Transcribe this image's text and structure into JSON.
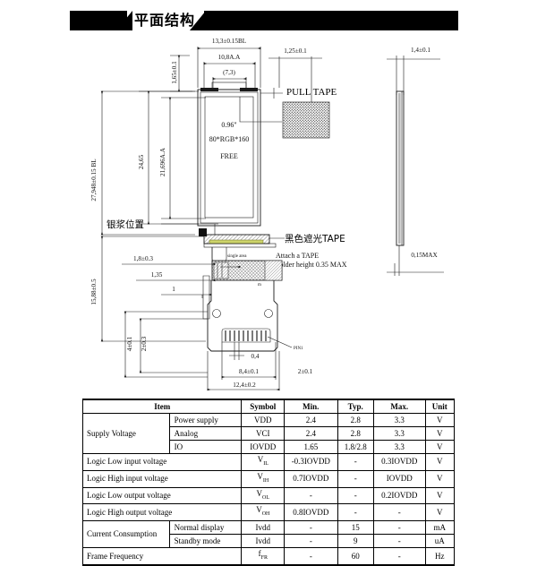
{
  "header": {
    "title": "平面结构"
  },
  "drawing": {
    "front_view": {
      "top_dims": [
        {
          "id": "outline-width",
          "label": "13,3±0.15BL"
        },
        {
          "id": "active-area-width",
          "label": "10,8A.A"
        },
        {
          "id": "inner-width",
          "label": "(7,3)"
        },
        {
          "id": "pull-tape-width",
          "label": "1,25±0.1"
        }
      ],
      "left_dims": [
        {
          "id": "top-border",
          "label": "1,65±0.1"
        },
        {
          "id": "overall-height",
          "label": "27,948±0.15 BL"
        },
        {
          "id": "glass-height",
          "label": "24,65"
        },
        {
          "id": "active-area-height",
          "label": "21,696A.A"
        },
        {
          "id": "lower-height",
          "label": "15,88±0.5"
        }
      ],
      "panel_labels": [
        {
          "id": "diagonal",
          "label": "0.96\""
        },
        {
          "id": "resolution",
          "label": "80*RGB*160"
        },
        {
          "id": "interface",
          "label": "FREE"
        }
      ],
      "callouts": [
        {
          "id": "pull-tape",
          "label": "PULL TAPE"
        },
        {
          "id": "silver-paste",
          "label": "银浆位置"
        },
        {
          "id": "black-shading-tape",
          "label": "黑色遮光TAPE"
        },
        {
          "id": "attach-tape",
          "label": "Attach a TAPE"
        },
        {
          "id": "solder-height",
          "label": "Solder height 0.35 MAX"
        },
        {
          "id": "single-area",
          "label": "single  area"
        },
        {
          "id": "pin1",
          "label": "PIN1"
        }
      ],
      "bottom_dims": [
        {
          "id": "fpc-offset",
          "label": "1,8±0.3"
        },
        {
          "id": "fpc-step",
          "label": "1,35"
        },
        {
          "id": "fpc-edge",
          "label": "1"
        },
        {
          "id": "pad-pitch",
          "label": "0,4"
        },
        {
          "id": "pad-span",
          "label": "8,4±0.1"
        },
        {
          "id": "fpc-width",
          "label": "12,4±0.2"
        },
        {
          "id": "right-offset",
          "label": "2±0.1"
        },
        {
          "id": "fpc-len-a",
          "label": "4±0.1"
        },
        {
          "id": "fpc-len-b",
          "label": "2±0.3"
        }
      ]
    },
    "side_view": {
      "dims": [
        {
          "id": "thickness",
          "label": "1,4±0.1"
        },
        {
          "id": "fpc-thickness",
          "label": "0,15MAX"
        }
      ]
    }
  },
  "spec_table": {
    "headers": [
      "Item",
      "Symbol",
      "Min.",
      "Typ.",
      "Max.",
      "Unit"
    ],
    "rows": [
      {
        "group": "Supply Voltage",
        "group_rowspan": 3,
        "item": "Power supply",
        "symbol": "VDD",
        "sym_sub": "",
        "min": "2.4",
        "typ": "2.8",
        "max": "3.3",
        "unit": "V"
      },
      {
        "group": "",
        "item": "Analog",
        "symbol": "VCI",
        "sym_sub": "",
        "min": "2.4",
        "typ": "2.8",
        "max": "3.3",
        "unit": "V"
      },
      {
        "group": "",
        "item": "IO",
        "symbol": "IOVDD",
        "sym_sub": "",
        "min": "1.65",
        "typ": "1.8/2.8",
        "max": "3.3",
        "unit": "V"
      },
      {
        "group": "Logic Low input voltage",
        "group_colspan": 2,
        "item": "",
        "symbol": "V",
        "sym_sub": "IL",
        "min": "-0.3IOVDD",
        "typ": "-",
        "max": "0.3IOVDD",
        "unit": "V"
      },
      {
        "group": "Logic High input voltage",
        "group_colspan": 2,
        "item": "",
        "symbol": "V",
        "sym_sub": "IH",
        "min": "0.7IOVDD",
        "typ": "-",
        "max": "IOVDD",
        "unit": "V"
      },
      {
        "group": "Logic Low output voltage",
        "group_colspan": 2,
        "item": "",
        "symbol": "V",
        "sym_sub": "OL",
        "min": "-",
        "typ": "-",
        "max": "0.2IOVDD",
        "unit": "V"
      },
      {
        "group": "Logic High output voltage",
        "group_colspan": 2,
        "item": "",
        "symbol": "V",
        "sym_sub": "OH",
        "min": "0.8IOVDD",
        "typ": "-",
        "max": "-",
        "unit": "V"
      },
      {
        "group": "Current Consumption",
        "group_rowspan": 2,
        "item": "Normal display",
        "symbol": "Ivdd",
        "sym_sub": "",
        "min": "-",
        "typ": "15",
        "max": "-",
        "unit": "mA"
      },
      {
        "group": "",
        "item": "Standby mode",
        "symbol": "Ivdd",
        "sym_sub": "",
        "min": "-",
        "typ": "9",
        "max": "-",
        "unit": "uA"
      },
      {
        "group": "Frame Frequency",
        "group_colspan": 2,
        "item": "",
        "symbol": "f",
        "sym_sub": "FR",
        "min": "-",
        "typ": "60",
        "max": "-",
        "unit": "Hz"
      }
    ]
  }
}
